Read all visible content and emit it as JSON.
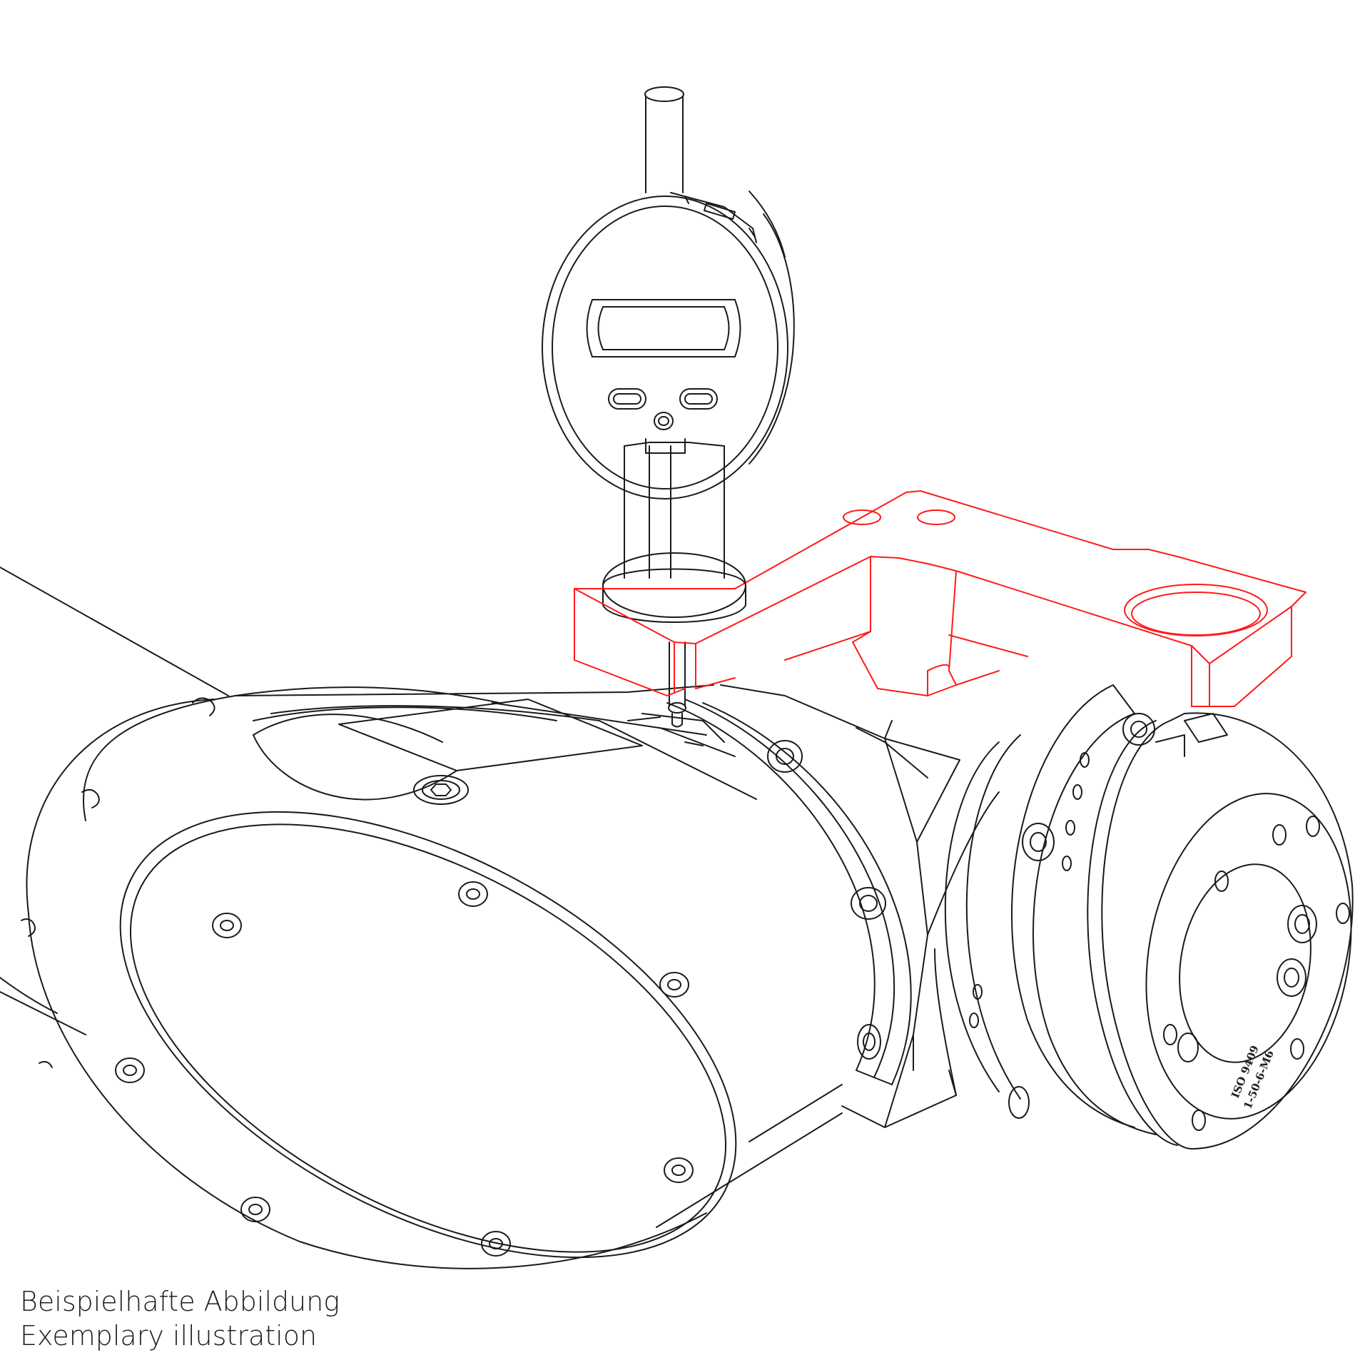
{
  "caption": {
    "line_de": "Beispielhafte Abbildung",
    "line_en": "Exemplary illustration"
  },
  "engraving": {
    "line1": "ISO 9409",
    "line2": "1-50-6-M6"
  },
  "colors": {
    "line": "#1a1a1a",
    "highlight": "#ff1a1a",
    "background": "#ffffff"
  },
  "components": {
    "gauge": "digital-dial-gauge",
    "fixture": "measuring-bracket-highlighted",
    "joint": "robot-wrist-joint",
    "flange": "tool-flange"
  }
}
